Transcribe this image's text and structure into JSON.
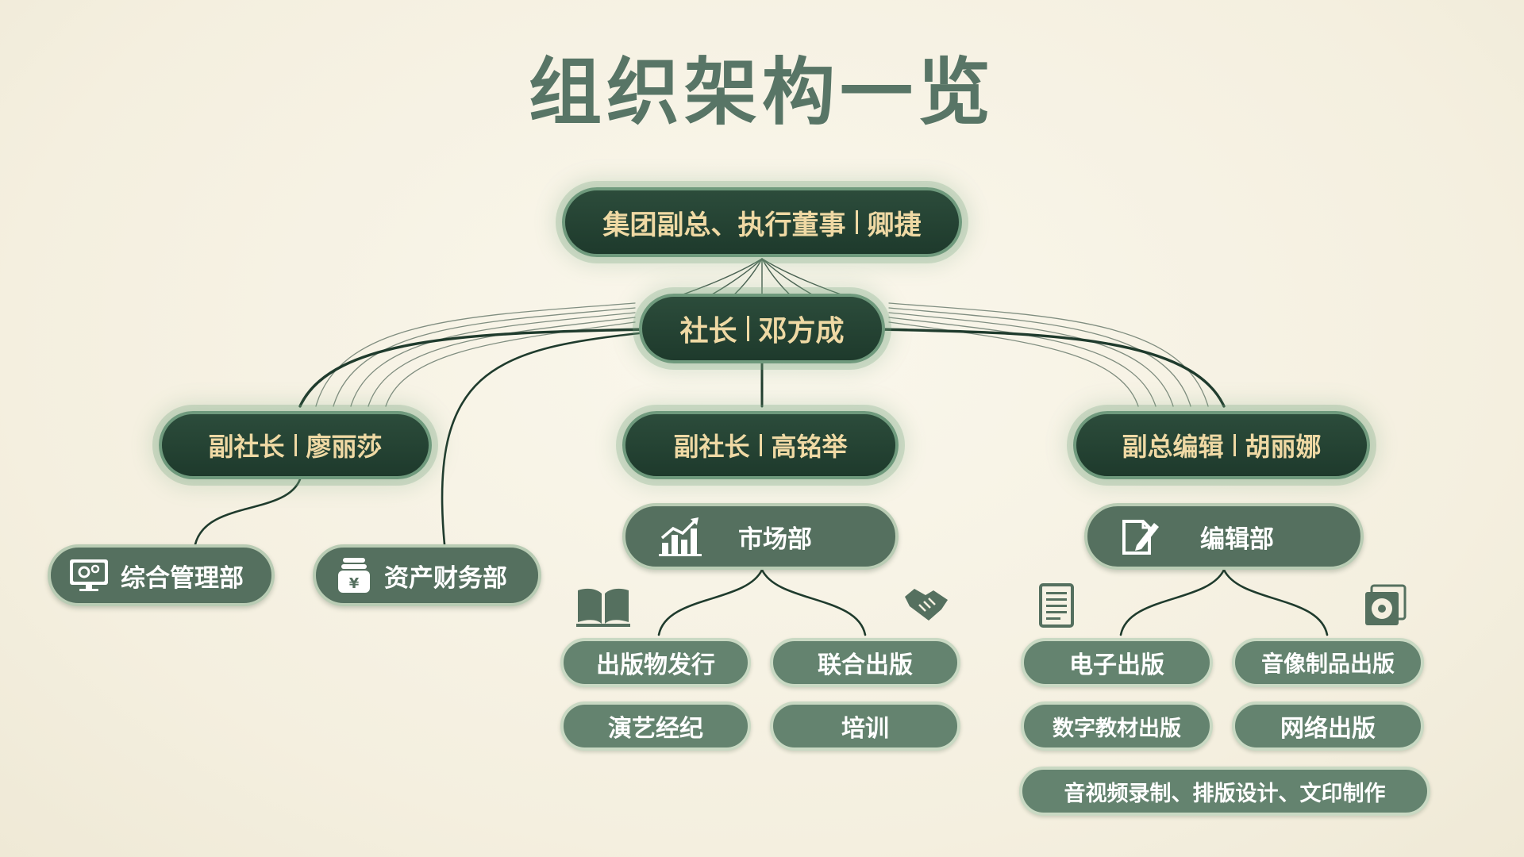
{
  "title": "组织架构一览",
  "colors": {
    "background": "#f6f2e4",
    "leader_fill": "#1e3a2c",
    "leader_text": "#efd9a4",
    "dept_fill": "#55705f",
    "item_fill": "#64836f",
    "line": "#1f3b2d"
  },
  "top": {
    "role": "集团副总、执行董事",
    "name": "卿捷"
  },
  "president": {
    "role": "社长",
    "name": "邓方成"
  },
  "vp_left": {
    "role": "副社长",
    "name": "廖丽莎"
  },
  "vp_center": {
    "role": "副社长",
    "name": "高铭举"
  },
  "vp_right": {
    "role": "副总编辑",
    "name": "胡丽娜"
  },
  "departments": {
    "admin": {
      "label": "综合管理部",
      "icon": "gear-monitor-icon"
    },
    "finance": {
      "label": "资产财务部",
      "icon": "money-bag-icon"
    },
    "market": {
      "label": "市场部",
      "icon": "bar-chart-icon"
    },
    "editorial": {
      "label": "编辑部",
      "icon": "edit-document-icon"
    }
  },
  "market_items": [
    "出版物发行",
    "联合出版",
    "演艺经纪",
    "培训"
  ],
  "editorial_items": [
    "电子出版",
    "音像制品出版",
    "数字教材出版",
    "网络出版",
    "音视频录制、排版设计、文印制作"
  ],
  "decor_icons": [
    "open-book-icon",
    "handshake-icon",
    "ebook-reader-icon",
    "disc-icon"
  ]
}
